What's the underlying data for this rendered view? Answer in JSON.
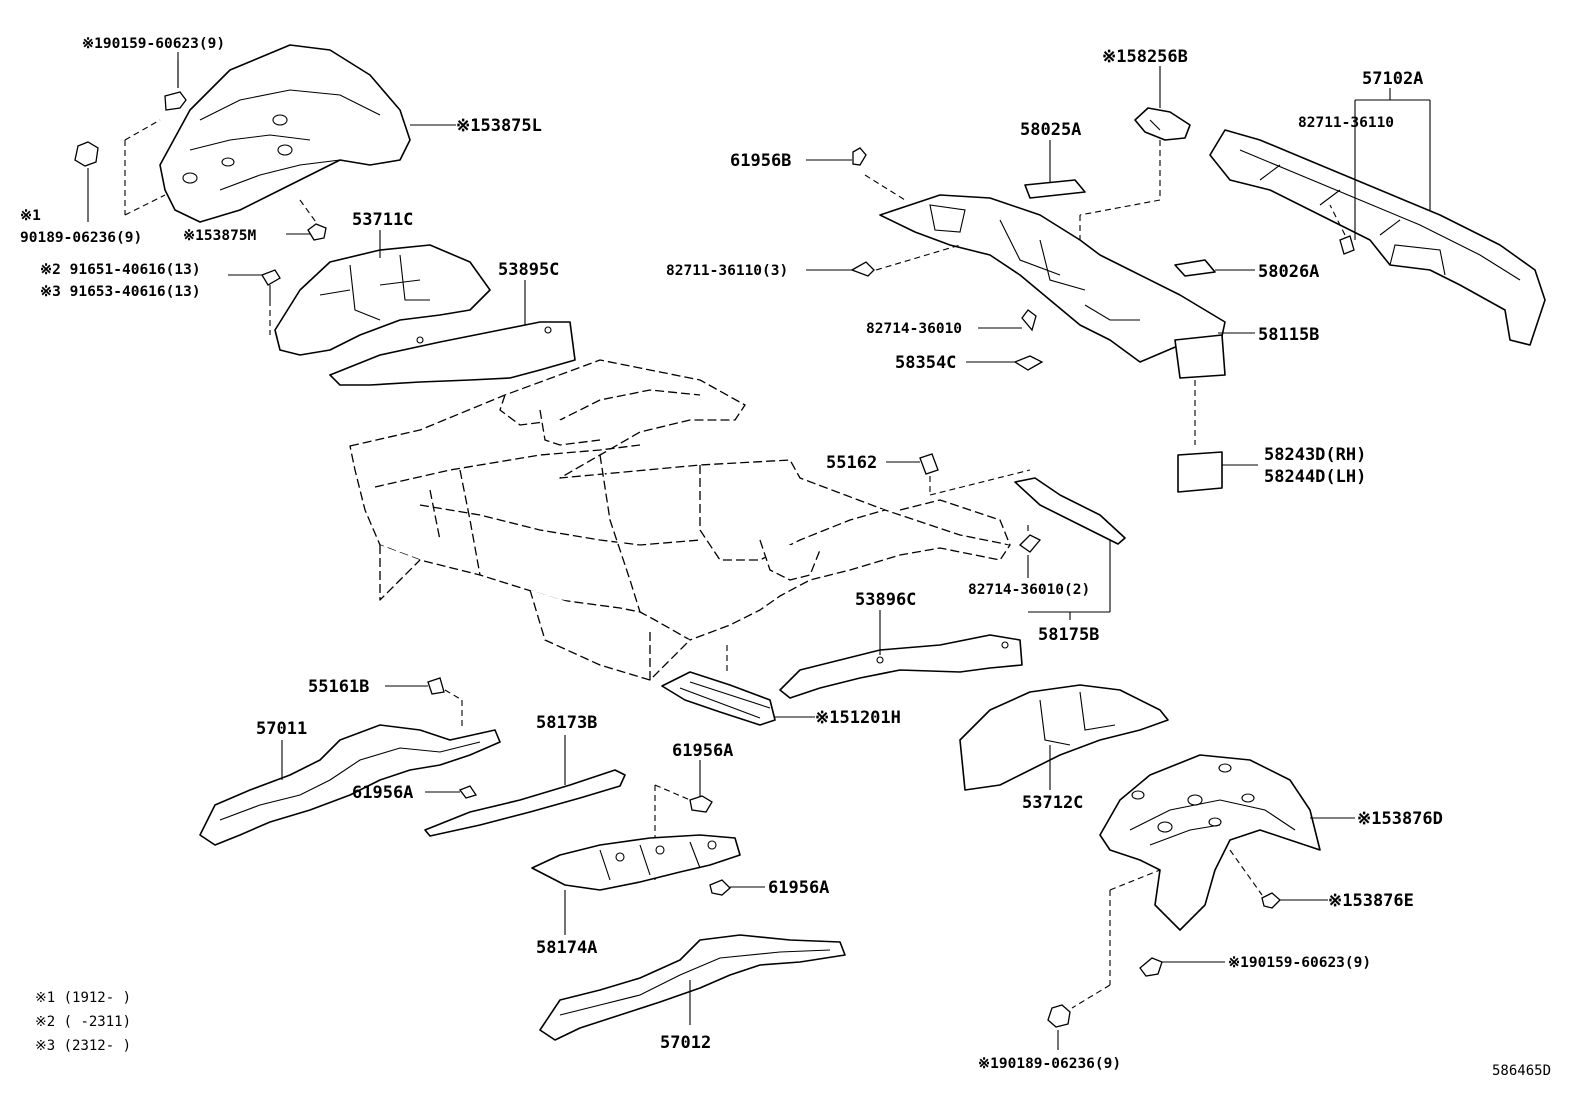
{
  "parts": {
    "p_190159_top": "※190159-60623(9)",
    "p_53875L": "※153875L",
    "p_x1": "※1",
    "p_90189_06236": "90189-06236(9)",
    "p_53875M": "※153875M",
    "p_53711C": "53711C",
    "p_91651": "※2 91651-40616(13)",
    "p_91653": "※3 91653-40616(13)",
    "p_53895C": "53895C",
    "p_58256B": "※158256B",
    "p_57102A": "57102A",
    "p_58025A": "58025A",
    "p_82711_36110": "82711-36110",
    "p_61956B": "61956B",
    "p_82711_36110_3": "82711-36110(3)",
    "p_58026A": "58026A",
    "p_82714_36010": "82714-36010",
    "p_58115B": "58115B",
    "p_58354C": "58354C",
    "p_58243D": "58243D(RH)",
    "p_58244D": "58244D(LH)",
    "p_55162": "55162",
    "p_82714_36010_2": "82714-36010(2)",
    "p_58175B": "58175B",
    "p_53896C": "53896C",
    "p_55161B": "55161B",
    "p_57011": "57011",
    "p_58173B": "58173B",
    "p_51201H": "※151201H",
    "p_61956A_1": "61956A",
    "p_61956A_2": "61956A",
    "p_61956A_3": "61956A",
    "p_53712C": "53712C",
    "p_53876D": "※153876D",
    "p_58174A": "58174A",
    "p_53876E": "※153876E",
    "p_190159_bottom": "※190159-60623(9)",
    "p_57012": "57012",
    "p_190189_bottom": "※190189-06236(9)"
  },
  "notes": {
    "n1": "※1 (1912-      )",
    "n2": "※2 (      -2311)",
    "n3": "※3 (2312-      )"
  },
  "figure_id": "586465D"
}
